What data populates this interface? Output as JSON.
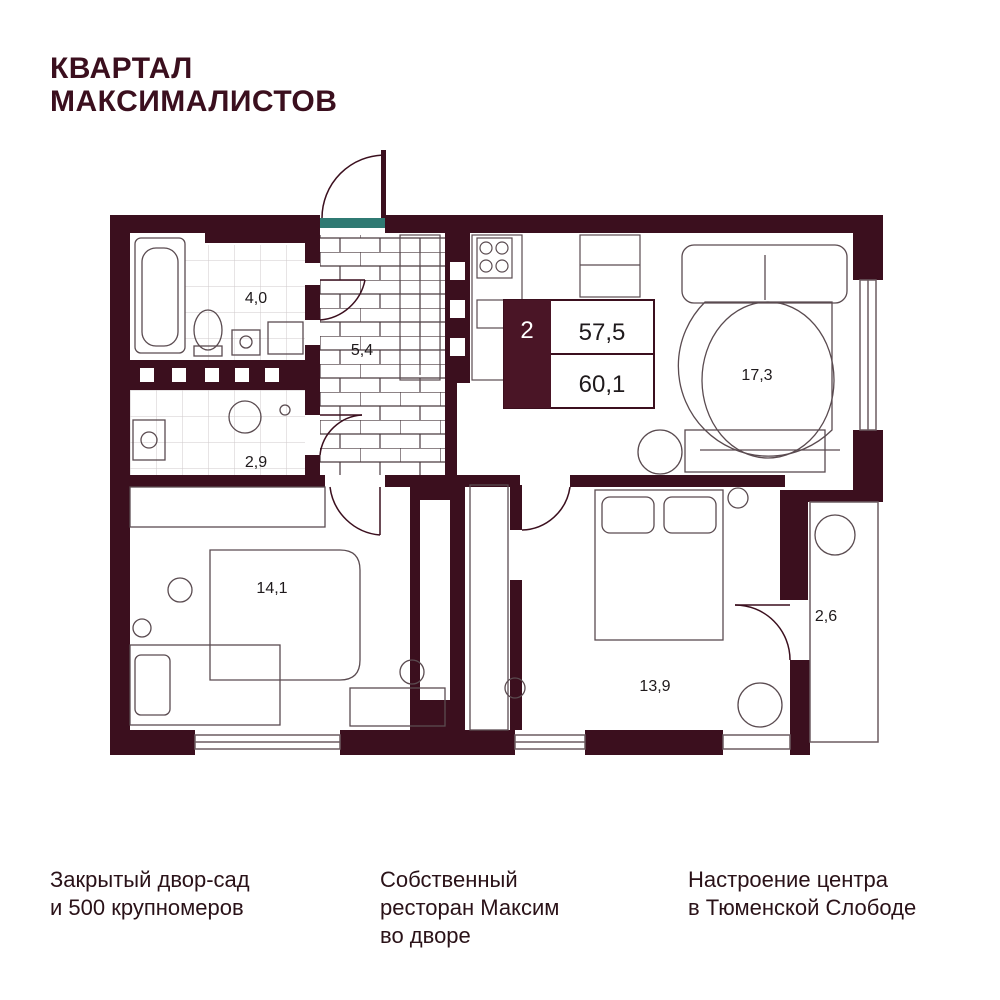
{
  "brand": {
    "line1": "КВАРТАЛ",
    "line2": "МАКСИМАЛИСТОВ"
  },
  "badge": {
    "rooms": "2",
    "area_living": "57,5",
    "area_total": "60,1"
  },
  "rooms": {
    "bathroom": "4,0",
    "hall": "5,4",
    "wc": "2,9",
    "living": "17,3",
    "kids": "14,1",
    "bedroom": "13,9",
    "balcony": "2,6"
  },
  "features": [
    {
      "line1": "Закрытый двор-сад",
      "line2": "и 500 крупномеров"
    },
    {
      "line1": "Собственный",
      "line2": "ресторан Максим",
      "line3": "во дворе"
    },
    {
      "line1": "Настроение центра",
      "line2": "в Тюменской Слободе"
    }
  ],
  "colors": {
    "brand": "#3b0f1e",
    "wall": "#3b0f1e",
    "badge": "#4a1526"
  }
}
